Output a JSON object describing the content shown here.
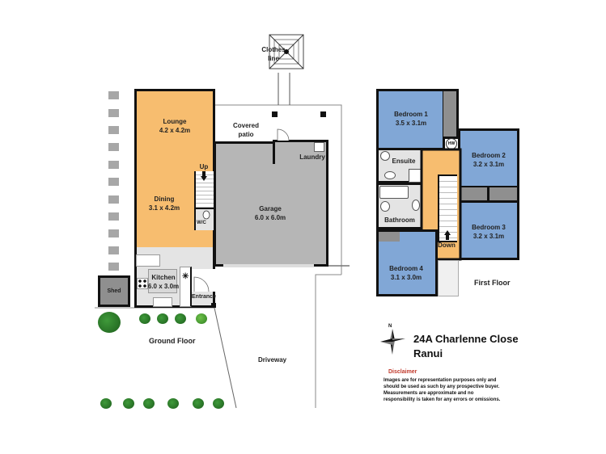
{
  "plan": {
    "address_line1": "24A Charlenne Close",
    "address_line2": "Ranui",
    "compass_label": "N",
    "ground_floor": {
      "title": "Ground Floor",
      "rooms": [
        {
          "name": "Lounge",
          "size": "4.2 x 4.2m"
        },
        {
          "name": "Dining",
          "size": "3.1 x 4.2m"
        },
        {
          "name": "Kitchen",
          "size": "6.0 x 3.0m"
        },
        {
          "name": "Garage",
          "size": "6.0 x 6.0m"
        },
        {
          "name": "Laundry",
          "size": ""
        },
        {
          "name": "W/C",
          "size": ""
        },
        {
          "name": "Entrance",
          "size": ""
        },
        {
          "name": "Shed",
          "size": ""
        }
      ],
      "outdoor": {
        "covered_patio_line1": "Covered",
        "covered_patio_line2": "patio",
        "clothes_line_line1": "Clothes",
        "clothes_line_line2": "line",
        "driveway": "Driveway"
      },
      "stairs_label": "Up"
    },
    "first_floor": {
      "title": "First Floor",
      "rooms": [
        {
          "name": "Bedroom 1",
          "size": "3.5 x 3.1m"
        },
        {
          "name": "Bedroom 2",
          "size": "3.2 x 3.1m"
        },
        {
          "name": "Bedroom 3",
          "size": "3.2 x 3.1m"
        },
        {
          "name": "Bedroom 4",
          "size": "3.1 x 3.0m"
        },
        {
          "name": "Ensuite",
          "size": ""
        },
        {
          "name": "Bathroom",
          "size": ""
        }
      ],
      "stairs_label": "Down",
      "hw_label": "HW"
    },
    "disclaimer": {
      "heading": "Disclaimer",
      "text": "Images are for representation purposes only and should be used as such by any prospective buyer. Measurements are approximate and no responsibility is taken for any errors or omissions."
    },
    "colors": {
      "living": "#f7bd6f",
      "bedroom": "#81a7d6",
      "garage": "#b6b6b6",
      "wet_area": "#e4e4e4",
      "disclaimer_heading": "#c0392b"
    }
  }
}
